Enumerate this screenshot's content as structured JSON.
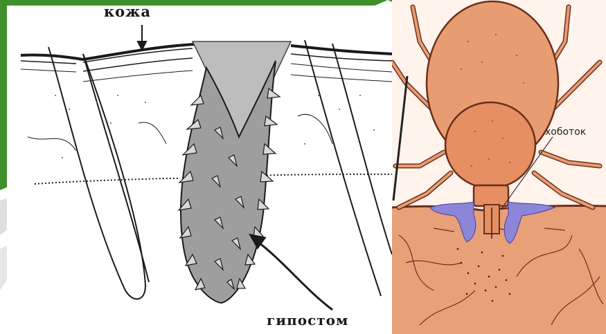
{
  "left_figure": {
    "skin_label": "кожа",
    "hypostome_label": "гипостом"
  },
  "right_figure": {
    "proboscis_label": "хоботок"
  },
  "colors": {
    "slide_green": "#3f8f2a",
    "tick_body": "#e89c72",
    "tick_outline": "#6b2f1a",
    "saliva": "#8c86d8",
    "skin_tissue": "#e8a078"
  }
}
